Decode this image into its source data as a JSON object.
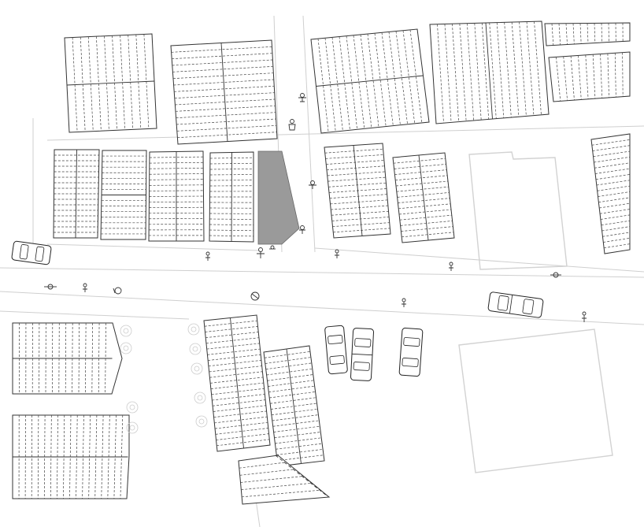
{
  "map": {
    "style": "black-and-white architectural site plan",
    "features": {
      "buildings": 24,
      "highlighted_buildings": 1,
      "vehicles": 5,
      "people": 14,
      "trees": 9,
      "open_plots": 2
    },
    "colors": {
      "background": "#ffffff",
      "linework": "#333333",
      "highlight": "#9a9a9a",
      "street_edges": "#cfcfcf"
    }
  }
}
